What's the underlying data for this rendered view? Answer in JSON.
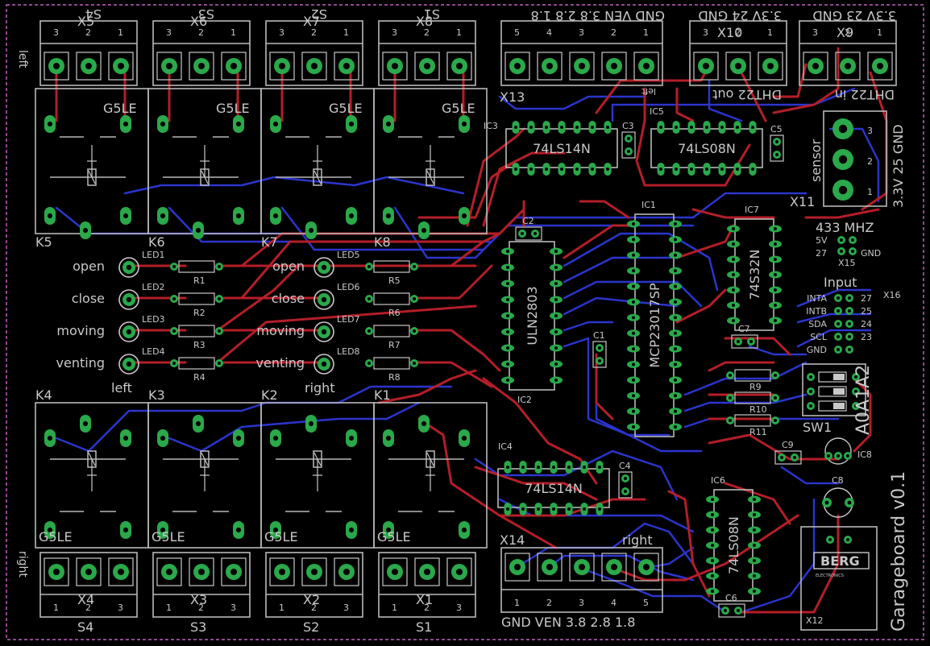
{
  "board": {
    "title": "Garageboard v0.1",
    "colors": {
      "background": "#000000",
      "top_copper": "#b41e28",
      "bottom_copper": "#2b35cc",
      "pads": "#2aa84a",
      "silkscreen": "#c8c8c8",
      "board_edge": "#c060c0"
    }
  },
  "relays": [
    {
      "ref": "K5",
      "part": "G5LE"
    },
    {
      "ref": "K6",
      "part": "G5LE"
    },
    {
      "ref": "K7",
      "part": "G5LE"
    },
    {
      "ref": "K8",
      "part": "G5LE"
    },
    {
      "ref": "K4",
      "part": "G5LE"
    },
    {
      "ref": "K3",
      "part": "G5LE"
    },
    {
      "ref": "K2",
      "part": "G5LE"
    },
    {
      "ref": "K1",
      "part": "G5LE"
    }
  ],
  "top_terminals": [
    {
      "ref": "X5",
      "signal": "S4",
      "pins": [
        "3",
        "2",
        "1"
      ]
    },
    {
      "ref": "X6",
      "signal": "S3",
      "pins": [
        "3",
        "2",
        "1"
      ]
    },
    {
      "ref": "X7",
      "signal": "S2",
      "pins": [
        "3",
        "2",
        "1"
      ]
    },
    {
      "ref": "X8",
      "signal": "S1",
      "pins": [
        "3",
        "2",
        "1"
      ]
    }
  ],
  "bottom_terminals": [
    {
      "ref": "X4",
      "signal": "S4",
      "pins": [
        "1",
        "2",
        "3"
      ]
    },
    {
      "ref": "X3",
      "signal": "S3",
      "pins": [
        "1",
        "2",
        "3"
      ]
    },
    {
      "ref": "X2",
      "signal": "S2",
      "pins": [
        "1",
        "2",
        "3"
      ]
    },
    {
      "ref": "X1",
      "signal": "S1",
      "pins": [
        "1",
        "2",
        "3"
      ]
    }
  ],
  "side_labels": {
    "top_left": "left",
    "bottom_left": "right",
    "led_left": "left",
    "led_right": "right"
  },
  "x13": {
    "ref": "X13",
    "mirrored_labels": "GND VEN 3.8 2.8 1.8",
    "pins": [
      "5",
      "4",
      "3",
      "2",
      "1"
    ],
    "note": "left"
  },
  "x10": {
    "ref": "X10",
    "mirrored_labels": "3.3V 24 GND",
    "pins": [
      "3",
      "2",
      "1"
    ],
    "note": "DHT22 out"
  },
  "x9": {
    "ref": "X9",
    "mirrored_labels": "3.3V 23 GND",
    "pins": [
      "3",
      "2",
      "1"
    ],
    "note": "DHT22 in"
  },
  "x11": {
    "ref": "X11",
    "label": "sensor",
    "side": "3.3V 25 GND",
    "pins": [
      "3",
      "2",
      "1"
    ]
  },
  "x14": {
    "ref": "X14",
    "pins": [
      "1",
      "2",
      "3",
      "4",
      "5"
    ],
    "labels": "GND VEN 3.8 2.8 1.8",
    "note": "right"
  },
  "x12": {
    "ref": "X12",
    "logo": "BERG",
    "logo_sub": "ELECTRONICS"
  },
  "rf": {
    "title": "433 MHZ",
    "pin_5v": "5V",
    "pin_27": "27",
    "pin_gnd": "GND",
    "ref": "X15"
  },
  "input_header": {
    "title": "Input",
    "ref": "X16",
    "left": [
      "INTA",
      "INTB",
      "SDA",
      "SCL",
      "GND"
    ],
    "right": [
      "27",
      "25",
      "24",
      "23",
      ""
    ]
  },
  "switch": {
    "ref": "SW1",
    "labels": "A0A1A2"
  },
  "ics": [
    {
      "ref": "IC3",
      "part": "74LS14N"
    },
    {
      "ref": "IC5",
      "part": "74LS08N"
    },
    {
      "ref": "IC2",
      "part": "ULN2803"
    },
    {
      "ref": "IC1",
      "part": "MCP23017SP"
    },
    {
      "ref": "IC7",
      "part": "74S32N"
    },
    {
      "ref": "IC4",
      "part": "74LS14N"
    },
    {
      "ref": "IC6",
      "part": "74LS08N"
    },
    {
      "ref": "IC8",
      "part": ""
    }
  ],
  "caps": [
    "C1",
    "C2",
    "C3",
    "C4",
    "C5",
    "C6",
    "C7",
    "C8",
    "C9"
  ],
  "leds_left": [
    {
      "ref": "LED1",
      "label": "open",
      "resistor": "R1"
    },
    {
      "ref": "LED2",
      "label": "close",
      "resistor": "R2"
    },
    {
      "ref": "LED3",
      "label": "moving",
      "resistor": "R3"
    },
    {
      "ref": "LED4",
      "label": "venting",
      "resistor": "R4"
    }
  ],
  "leds_right": [
    {
      "ref": "LED5",
      "label": "open",
      "resistor": "R5"
    },
    {
      "ref": "LED6",
      "label": "close",
      "resistor": "R6"
    },
    {
      "ref": "LED7",
      "label": "moving",
      "resistor": "R7"
    },
    {
      "ref": "LED8",
      "label": "venting",
      "resistor": "R8"
    }
  ],
  "pullups": [
    "R9",
    "R10",
    "R11"
  ]
}
